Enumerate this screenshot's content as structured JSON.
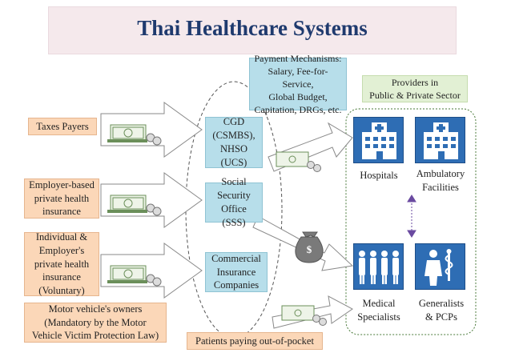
{
  "title": "Thai Healthcare Systems",
  "payment_mechanisms": "Payment Mechanisms:\nSalary, Fee-for-Service,\nGlobal Budget,\nCapitation, DRGs, etc.",
  "providers_header": "Providers in\nPublic & Private Sector",
  "funding_sources": {
    "taxes_payers": "Taxes Payers",
    "employer_based": "Employer-based\nprivate health\ninsurance",
    "individual_employer": "Individual &\nEmployer's\nprivate health\ninsurance\n(Voluntary)",
    "motor_vehicle": "Motor vehicle's owners\n(Mandatory by the Motor\nVehicle Victim Protection Law)",
    "out_of_pocket": "Patients paying out-of-pocket"
  },
  "purchasers": {
    "cgd": "CGD\n(CSMBS),\nNHSO\n(UCS)",
    "sss": "Social\nSecurity\nOffice (SSS)",
    "commercial": "Commercial\nInsurance\nCompanies"
  },
  "providers": {
    "hospitals": "Hospitals",
    "ambulatory": "Ambulatory\nFacilities",
    "medical_specialists": "Medical\nSpecialists",
    "generalists": "Generalists\n& PCPs"
  },
  "money_bag_symbol": "$",
  "colors": {
    "title": "#1f3a6e",
    "orange_box": "#fbd7b8",
    "blue_box": "#b7deea",
    "green_box": "#e2f0d4",
    "icon_tile": "#2e6db4",
    "cash": "#6b8f5a",
    "arrow": "#9a9a9a"
  }
}
